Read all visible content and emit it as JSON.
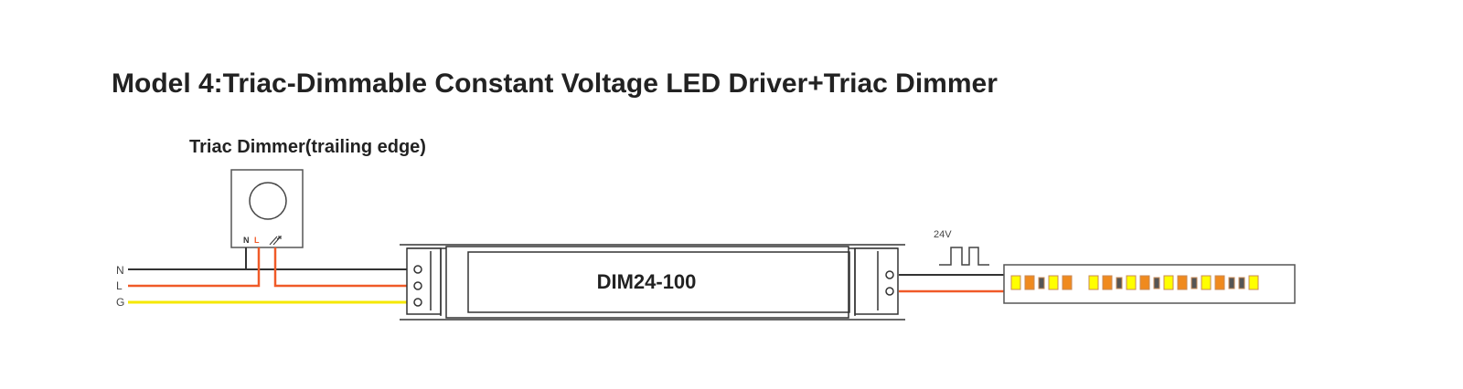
{
  "title": "Model 4:Triac-Dimmable Constant  Voltage LED Driver+Triac Dimmer",
  "dimmer": {
    "label": "Triac Dimmer(trailing edge)",
    "terminal_n": "N",
    "terminal_l": "L"
  },
  "inputs": {
    "n": "N",
    "l": "L",
    "g": "G"
  },
  "driver": {
    "model": "DIM24-100"
  },
  "output": {
    "voltage": "24V"
  },
  "colors": {
    "neutral": "#333333",
    "live": "#f05a28",
    "ground": "#f5e800",
    "led_warm": "#f08a1e",
    "led_cool": "#ffff00",
    "outline": "#555555"
  },
  "strip": {
    "leds": [
      "cool",
      "warm",
      "gap",
      "cool",
      "warm",
      "space",
      "cool",
      "warm",
      "gap",
      "cool",
      "warm",
      "gap",
      "cool",
      "warm",
      "gap",
      "cool",
      "warm",
      "gap",
      "gap",
      "cool"
    ]
  }
}
